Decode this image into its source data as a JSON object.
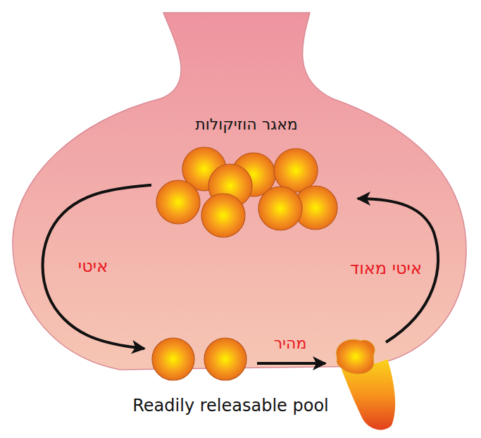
{
  "diagram": {
    "nodes": [
      {
        "text": [
          "מאגר הוזיקולות"
        ]
      },
      {
        "text": [
          "Readily releasable pool"
        ]
      }
    ],
    "edges": [
      {
        "from": 0,
        "to": 1,
        "label": "איטי",
        "arrow": "to"
      }
    ],
    "labels": [
      "איטי מאוד",
      "מהיר"
    ]
  }
}
